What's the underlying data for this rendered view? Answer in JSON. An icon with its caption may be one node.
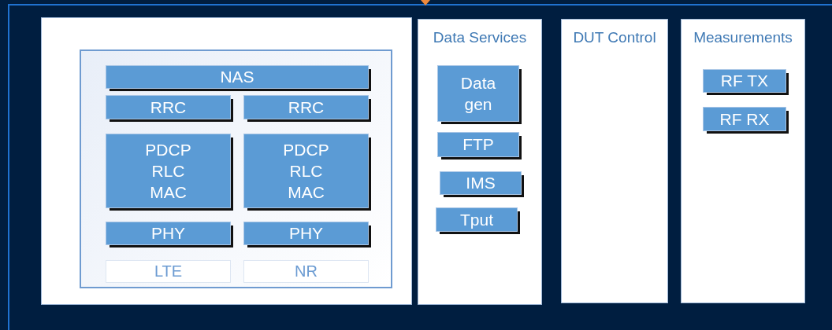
{
  "diagram": {
    "nodes": [
      {
        "text": [],
        "shape": "box"
      },
      {
        "text": [],
        "shape": "box",
        "in": 0
      },
      {
        "text": [
          "NAS"
        ],
        "in": 1
      },
      {
        "text": [
          "RRC"
        ],
        "in": 1
      },
      {
        "text": [
          "RRC"
        ],
        "in": 1
      },
      {
        "text": [
          "PDCP",
          "RLC",
          "MAC"
        ],
        "in": 1
      },
      {
        "text": [
          "PDCP",
          "RLC",
          "MAC"
        ],
        "in": 1
      },
      {
        "text": [
          "PHY"
        ],
        "in": 1
      },
      {
        "text": [
          "PHY"
        ],
        "in": 1
      },
      {
        "text": [
          "LTE"
        ],
        "in": 1
      },
      {
        "text": [
          "NR"
        ],
        "in": 1
      },
      {
        "text": [
          "Data Services"
        ]
      },
      {
        "text": [
          "Data gen"
        ],
        "in": 11
      },
      {
        "text": [
          "FTP"
        ],
        "in": 11
      },
      {
        "text": [
          "IMS"
        ],
        "in": 11
      },
      {
        "text": [
          "Tput"
        ],
        "in": 11
      },
      {
        "text": [
          "DUT Control"
        ]
      },
      {
        "text": [
          "Measurements"
        ]
      },
      {
        "text": [
          "RF TX"
        ],
        "in": 17
      },
      {
        "text": [
          "RF RX"
        ],
        "in": 17
      }
    ]
  }
}
